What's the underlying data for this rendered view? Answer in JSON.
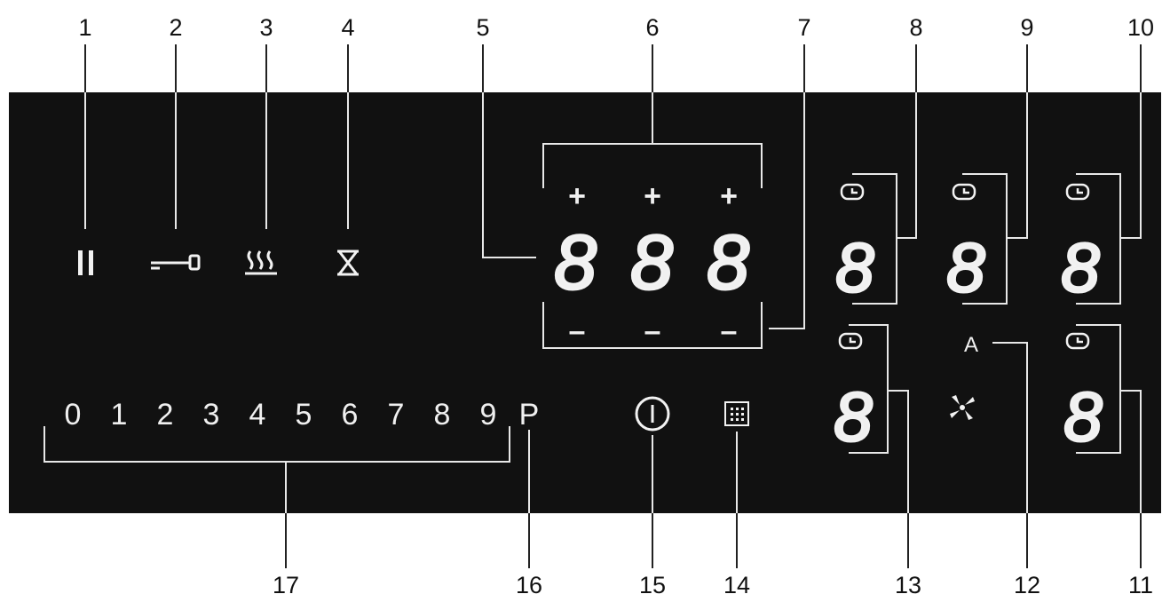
{
  "colors": {
    "panel": "#111111",
    "foreground": "#f2f2f2",
    "callout_text": "#111111",
    "leader_line": "#222222"
  },
  "callouts": [
    "1",
    "2",
    "3",
    "4",
    "5",
    "6",
    "7",
    "8",
    "9",
    "10",
    "11",
    "12",
    "13",
    "14",
    "15",
    "16",
    "17"
  ],
  "panel": {
    "symbols": {
      "pause": "pause-icon",
      "key_lock": "key-lock-icon",
      "keep_warm": "keep-warm-icon",
      "timer": "hourglass-icon",
      "power": "power-icon",
      "menu": "grid-menu-icon",
      "fan": "fan-icon",
      "clock": "clock-icon"
    },
    "slider_digits": [
      "0",
      "1",
      "2",
      "3",
      "4",
      "5",
      "6",
      "7",
      "8",
      "9"
    ],
    "program_label": "P",
    "auto_label": "A",
    "plus_sign": "+",
    "minus_sign": "–",
    "segment_glyph": "8"
  }
}
